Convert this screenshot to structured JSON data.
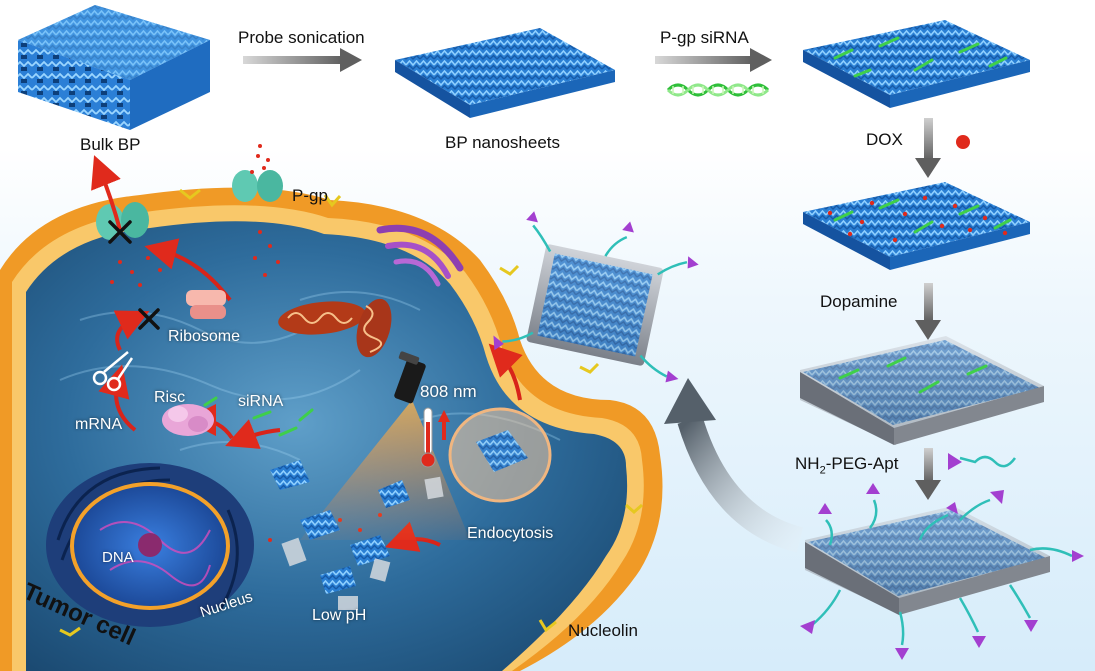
{
  "labels": {
    "probe_sonication": "Probe sonication",
    "pgp_sirna": "P-gp siRNA",
    "bulk_bp": "Bulk BP",
    "bp_nanosheets": "BP nanosheets",
    "dox": "DOX",
    "dopamine": "Dopamine",
    "nh2_prefix": "NH",
    "nh2_sub": "2",
    "nh2_suffix": "-PEG-Apt",
    "pgp": "P-gp",
    "ribosome": "Ribosome",
    "risc": "Risc",
    "sirna": "siRNA",
    "mrna": "mRNA",
    "nm808": "808 nm",
    "endocytosis": "Endocytosis",
    "dna": "DNA",
    "nucleus": "Nucleus",
    "low_ph": "Low pH",
    "tumor_cell": "Tumor cell",
    "nucleolin": "Nucleolin"
  },
  "colors": {
    "bp_blue": "#2f86d9",
    "membrane_orange": "#f3a12a",
    "cytoplasm": "#2f6f9f",
    "sirna_green": "#3fcf4a",
    "dox_red": "#e02a1c",
    "apt_purple": "#9a3ec9",
    "pgp_teal": "#5fc9b2",
    "arrow_gray": "#6e6e6e"
  },
  "icons": [
    "scissors-icon",
    "laser-pointer-icon",
    "thermometer-icon",
    "cross-mark-icon",
    "sirna-helix-icon"
  ]
}
